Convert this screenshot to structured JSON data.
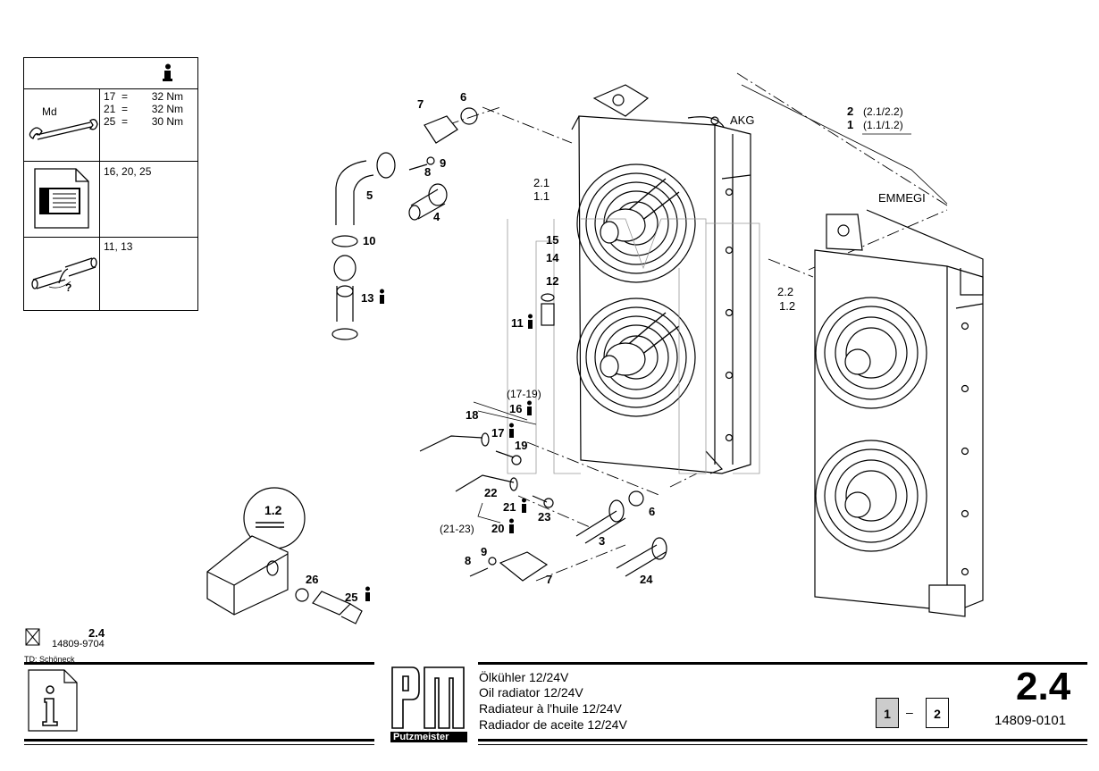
{
  "info_table": {
    "header_icon": "info-icon",
    "torque": {
      "label": "Md",
      "icon": "wrench-icon",
      "lines": [
        "17  =        32 Nm",
        "21  =        32 Nm",
        "25  =        30 Nm"
      ]
    },
    "doc_row": {
      "icon": "document-icon",
      "text": "16, 20, 25"
    },
    "pipe_row": {
      "icon": "pipe-icon",
      "text": "11, 13",
      "mark": "?"
    }
  },
  "callouts": {
    "c7a": "7",
    "c6a": "6",
    "c8a": "8",
    "c9a": "9",
    "c5": "5",
    "c4": "4",
    "c10": "10",
    "c13": "13",
    "c11": "11",
    "c12": "12",
    "c14": "14",
    "c15": "15",
    "c21_11": "2.1",
    "c21_11b": "1.1",
    "c16_range": "(17-19)",
    "c16": "16",
    "c18": "18",
    "c17": "17",
    "c19": "19",
    "c22": "22",
    "c21": "21",
    "c23": "23",
    "c20_range": "(21-23)",
    "c20": "20",
    "c3": "3",
    "c6b": "6",
    "c9b": "9",
    "c8b": "8",
    "c7b": "7",
    "c24": "24",
    "c26": "26",
    "c25": "25",
    "c12_detail": "1.2",
    "c22_12": "2.2",
    "c22_12b": "1.2",
    "akg": "AKG",
    "emmegi": "EMMEGI",
    "c2": "2",
    "c2_sub": "(2.1/2.2)",
    "c1": "1",
    "c1_sub": "(1.1/1.2)"
  },
  "doc_ref": {
    "page": "2.4",
    "number": "14809-9704",
    "td": "TD: Schöneck"
  },
  "footer": {
    "brand": "Putzmeister",
    "descriptions": [
      "Ölkühler 12/24V",
      "Oil radiator 12/24V",
      "Radiateur à l'huile 12/24V",
      "Radiador de aceite 12/24V"
    ],
    "page_from": "1",
    "page_sep": "–",
    "page_to": "2",
    "section": "2.4",
    "part_number": "14809-0101"
  }
}
